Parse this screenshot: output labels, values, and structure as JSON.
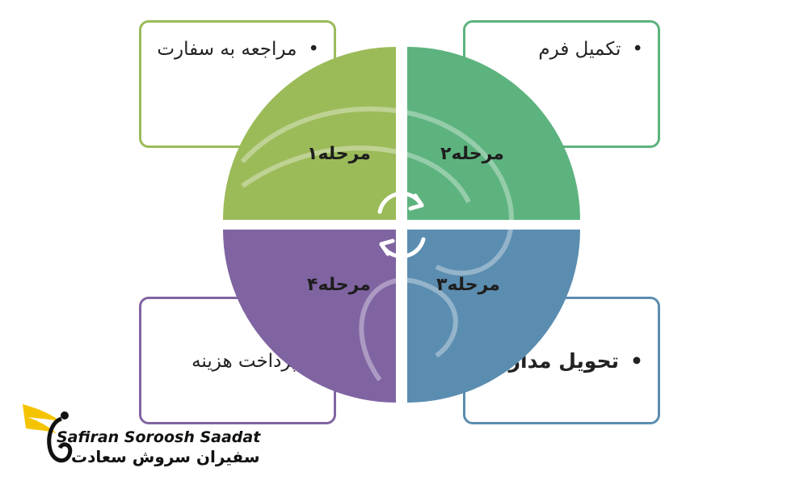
{
  "colors": {
    "green": "#9bbb59",
    "teal": "#5db37e",
    "blue": "#5b8db0",
    "purple": "#8064a2"
  },
  "quadrants": [
    {
      "label": "مرحله۱",
      "color": "#9bbb59",
      "box_text": "مراجعه به سفارت"
    },
    {
      "label": "مرحله۲",
      "color": "#5db37e",
      "box_text": "تکمیل فرم"
    },
    {
      "label": "مرحله۳",
      "color": "#5b8db0",
      "box_text": "تحویل مدارک"
    },
    {
      "label": "مرحله۴",
      "color": "#8064a2",
      "box_text": "پرداخت هزینه"
    }
  ],
  "logo": {
    "name_en": "Safiran Soroosh Saadat",
    "name_fa": "سفیران سروش سعادت",
    "color": "#f5c400",
    "icon": "swan-wing-logo"
  }
}
